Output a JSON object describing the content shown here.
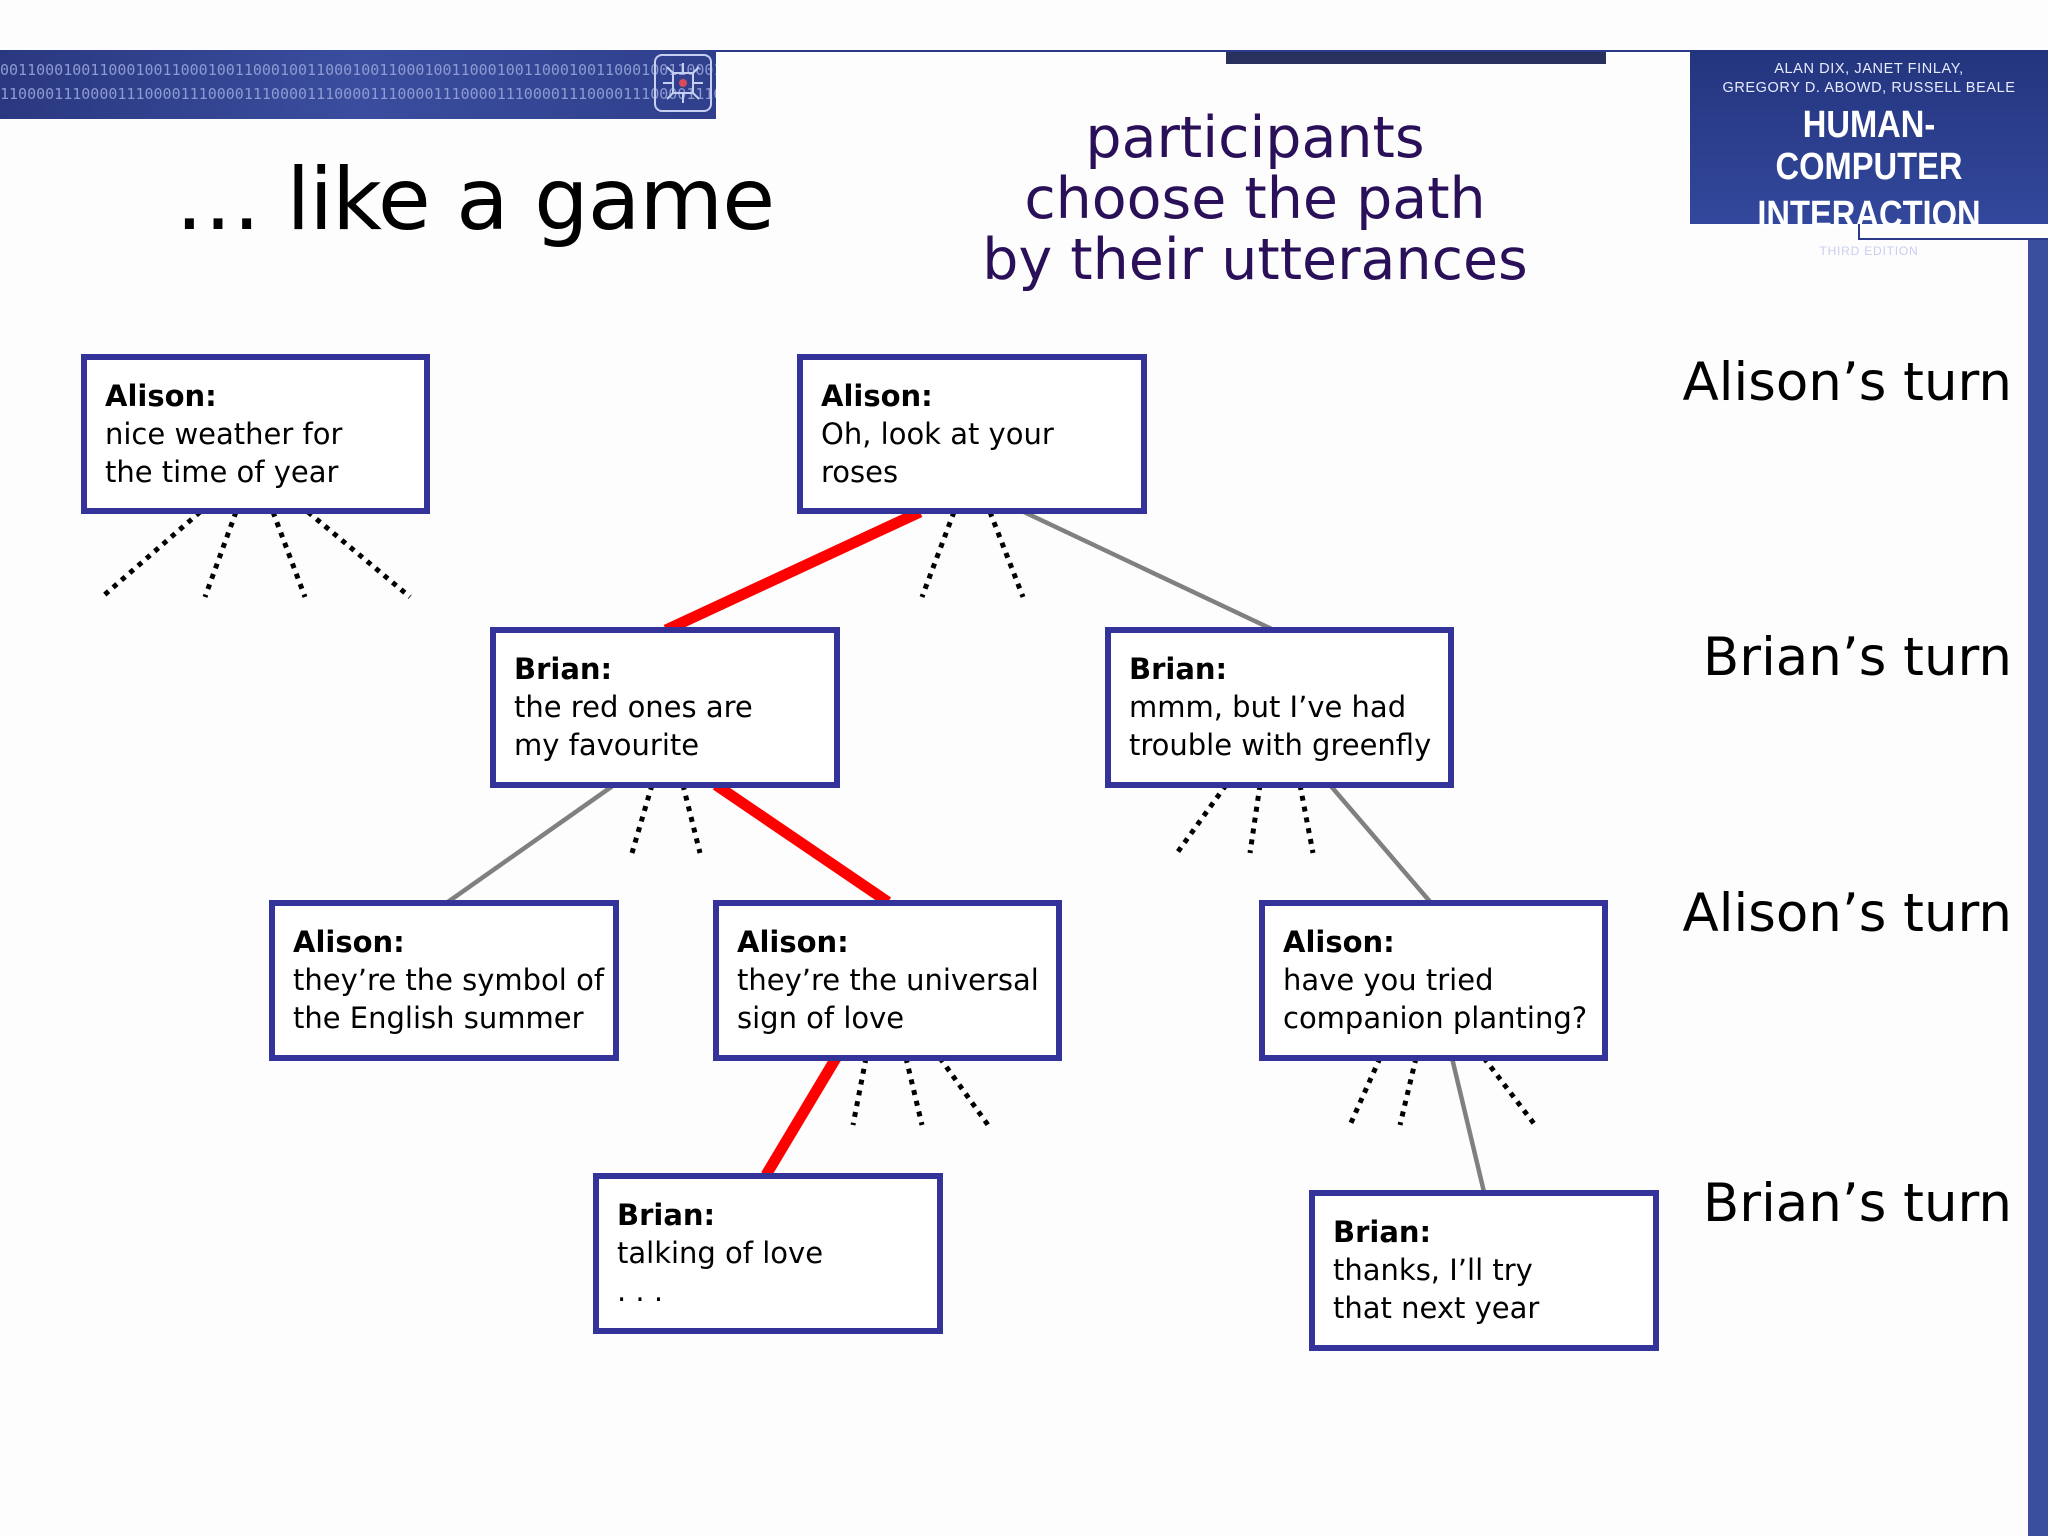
{
  "header": {
    "banner_bits_row1": "0011000100110001001100010011000100110001001100010011000100110001001100010011000100110001001100010011",
    "banner_bits_row2": "1100001110000111000011100001110000111000011100001110000111000011100001110000111000011100001",
    "banner_badge_icon": "circuit-chip-icon"
  },
  "book_cover": {
    "authors_line1": "ALAN DIX, JANET FINLAY,",
    "authors_line2": "GREGORY D. ABOWD, RUSSELL BEALE",
    "title_line1": "HUMAN-COMPUTER",
    "title_line2": "INTERACTION",
    "edition": "THIRD EDITION"
  },
  "slide": {
    "title": "…  like a game",
    "subtitle": [
      "participants",
      "choose the path",
      "by their utterances"
    ]
  },
  "turns": [
    "Alison’s turn",
    "Brian’s turn",
    "Alison’s turn",
    "Brian’s turn"
  ],
  "nodes": {
    "a1": {
      "speaker": "Alison:",
      "lines": [
        "nice weather for",
        "the time of year"
      ]
    },
    "a2": {
      "speaker": "Alison:",
      "lines": [
        "Oh, look at your",
        "roses"
      ]
    },
    "b1": {
      "speaker": "Brian:",
      "lines": [
        "the red ones are",
        "my favourite"
      ]
    },
    "b2": {
      "speaker": "Brian:",
      "lines": [
        "mmm, but I’ve had",
        "trouble with greenfly"
      ]
    },
    "a3": {
      "speaker": "Alison:",
      "lines": [
        "they’re the symbol of",
        "the English summer"
      ]
    },
    "a4": {
      "speaker": "Alison:",
      "lines": [
        "they’re the universal",
        "sign of love"
      ]
    },
    "a5": {
      "speaker": "Alison:",
      "lines": [
        "have you tried",
        "companion planting?"
      ]
    },
    "b3": {
      "speaker": "Brian:",
      "lines": [
        "talking of love",
        ". . ."
      ]
    },
    "b4": {
      "speaker": "Brian:",
      "lines": [
        "thanks, I’ll try",
        "that next year"
      ]
    }
  },
  "colors": {
    "box_border": "#333399",
    "chosen_path": "#ff0000",
    "other_path": "#808080",
    "unexplored_branch": "#000000",
    "subtitle": "#2a0f59"
  }
}
